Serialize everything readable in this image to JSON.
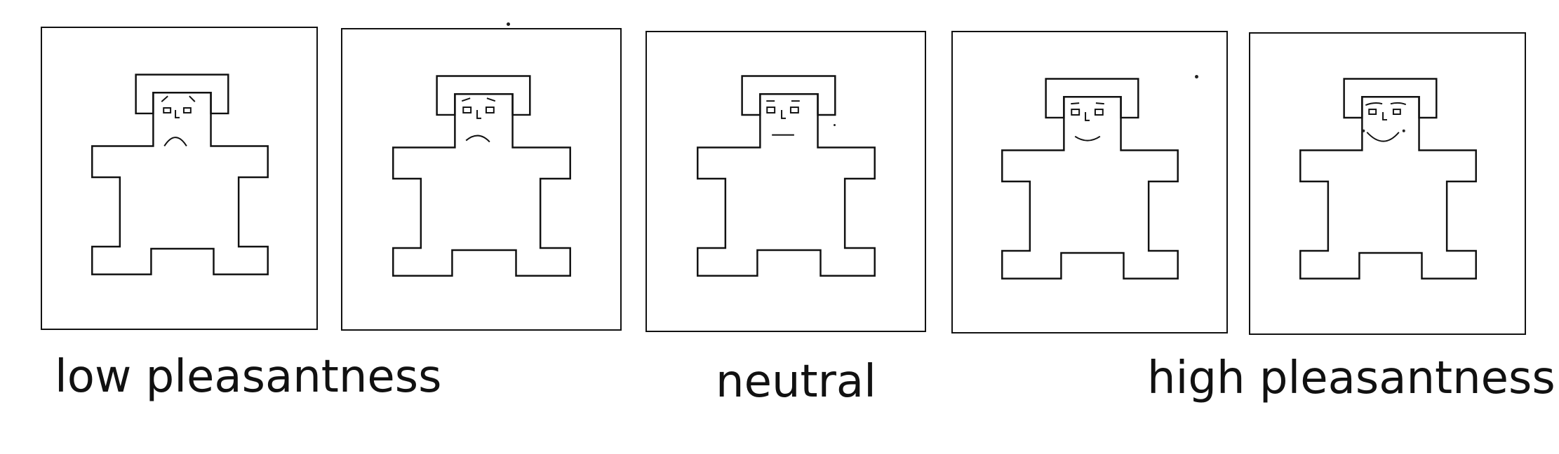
{
  "scale": {
    "labels": {
      "low": "low pleasantness",
      "neutral": "neutral",
      "high": "high pleasantness"
    },
    "figures": [
      {
        "id": "sam-1",
        "mood": "very-unpleasant",
        "mouth_curve": -1.0
      },
      {
        "id": "sam-2",
        "mood": "unpleasant",
        "mouth_curve": -0.6
      },
      {
        "id": "sam-3",
        "mood": "neutral",
        "mouth_curve": 0.0
      },
      {
        "id": "sam-4",
        "mood": "pleasant",
        "mouth_curve": 0.5
      },
      {
        "id": "sam-5",
        "mood": "very-pleasant",
        "mouth_curve": 1.0
      }
    ]
  }
}
